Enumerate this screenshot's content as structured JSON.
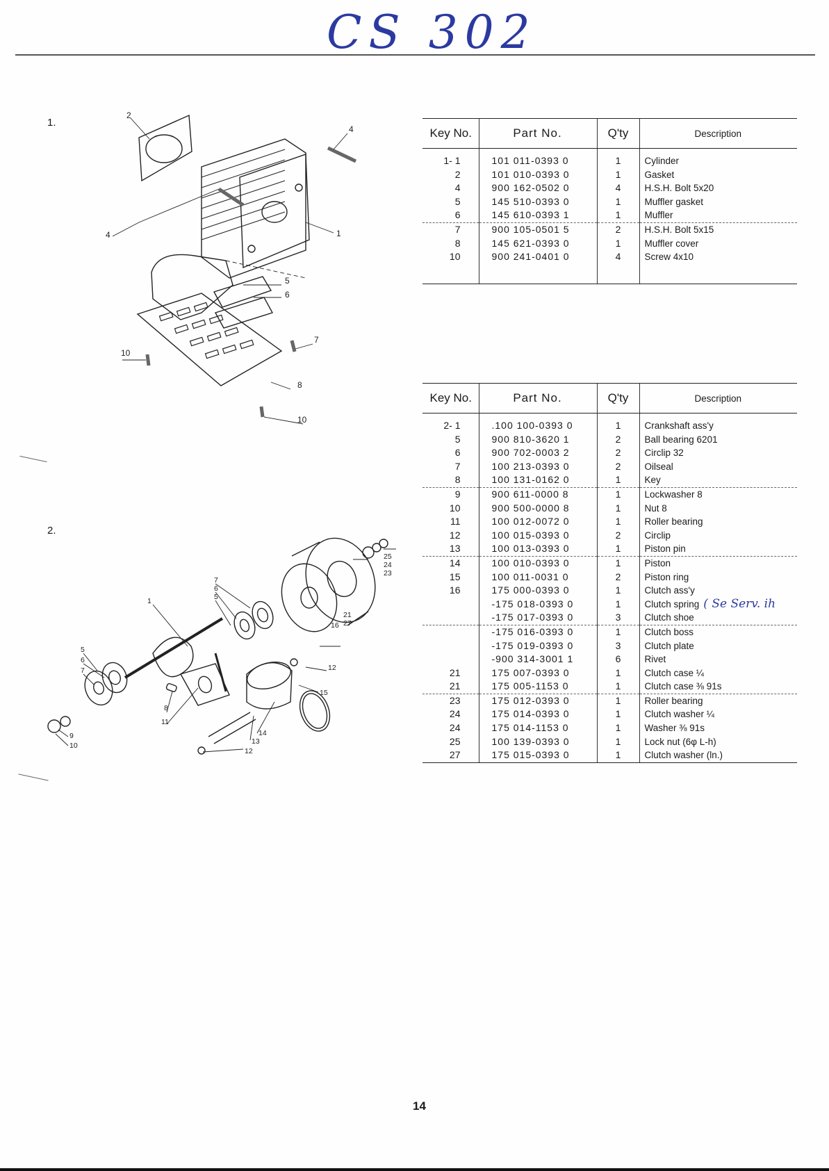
{
  "header": {
    "handwritten_title": "CS 302"
  },
  "sections": [
    {
      "number": "1.",
      "columns": {
        "key": "Key No.",
        "part": "Part No.",
        "qty": "Q'ty",
        "desc": "Description"
      },
      "rows": [
        {
          "key": "1- 1",
          "part": "101  011-0393  0",
          "qty": "1",
          "desc": "Cylinder",
          "group": false
        },
        {
          "key": "2",
          "part": "101  010-0393  0",
          "qty": "1",
          "desc": "Gasket",
          "group": false
        },
        {
          "key": "4",
          "part": "900  162-0502  0",
          "qty": "4",
          "desc": "H.S.H. Bolt 5x20",
          "group": false
        },
        {
          "key": "5",
          "part": "145  510-0393  0",
          "qty": "1",
          "desc": "Muffler gasket",
          "group": false
        },
        {
          "key": "6",
          "part": "145  610-0393  1",
          "qty": "1",
          "desc": "Muffler",
          "group": false
        },
        {
          "key": "7",
          "part": "900  105-0501  5",
          "qty": "2",
          "desc": "H.S.H. Bolt 5x15",
          "group": true
        },
        {
          "key": "8",
          "part": "145  621-0393  0",
          "qty": "1",
          "desc": "Muffler cover",
          "group": false
        },
        {
          "key": "10",
          "part": "900  241-0401  0",
          "qty": "4",
          "desc": "Screw 4x10",
          "group": false
        }
      ]
    },
    {
      "number": "2.",
      "columns": {
        "key": "Key No.",
        "part": "Part No.",
        "qty": "Q'ty",
        "desc": "Description"
      },
      "rows": [
        {
          "key": "2- 1",
          "part": ".100  100-0393  0",
          "qty": "1",
          "desc": "Crankshaft ass'y",
          "group": false
        },
        {
          "key": "5",
          "part": "900  810-3620  1",
          "qty": "2",
          "desc": "Ball bearing 6201",
          "group": false
        },
        {
          "key": "6",
          "part": "900  702-0003  2",
          "qty": "2",
          "desc": "Circlip 32",
          "group": false
        },
        {
          "key": "7",
          "part": "100  213-0393  0",
          "qty": "2",
          "desc": "Oilseal",
          "group": false
        },
        {
          "key": "8",
          "part": "100  131-0162  0",
          "qty": "1",
          "desc": "Key",
          "group": false
        },
        {
          "key": "9",
          "part": "900  611-0000  8",
          "qty": "1",
          "desc": "Lockwasher 8",
          "group": true
        },
        {
          "key": "10",
          "part": "900  500-0000  8",
          "qty": "1",
          "desc": "Nut 8",
          "group": false
        },
        {
          "key": "11",
          "part": "100  012-0072  0",
          "qty": "1",
          "desc": "Roller bearing",
          "group": false
        },
        {
          "key": "12",
          "part": "100  015-0393  0",
          "qty": "2",
          "desc": "Circlip",
          "group": false
        },
        {
          "key": "13",
          "part": "100  013-0393  0",
          "qty": "1",
          "desc": "Piston pin",
          "group": false
        },
        {
          "key": "14",
          "part": "100  010-0393  0",
          "qty": "1",
          "desc": "Piston",
          "group": true
        },
        {
          "key": "15",
          "part": "100  011-0031  0",
          "qty": "2",
          "desc": "Piston ring",
          "group": false
        },
        {
          "key": "16",
          "part": "175  000-0393  0",
          "qty": "1",
          "desc": "Clutch ass'y",
          "group": false
        },
        {
          "key": "",
          "part": "-175  018-0393  0",
          "qty": "1",
          "desc": "Clutch spring",
          "group": false,
          "sub": true,
          "note": "( Se  Serv. ih"
        },
        {
          "key": "",
          "part": "-175  017-0393  0",
          "qty": "3",
          "desc": "Clutch shoe",
          "group": false,
          "sub": true
        },
        {
          "key": "",
          "part": "-175  016-0393  0",
          "qty": "1",
          "desc": "Clutch boss",
          "group": true,
          "sub": true
        },
        {
          "key": "",
          "part": "-175  019-0393  0",
          "qty": "3",
          "desc": "Clutch plate",
          "group": false,
          "sub": true
        },
        {
          "key": "",
          "part": "-900  314-3001  1",
          "qty": "6",
          "desc": "Rivet",
          "group": false,
          "sub": true
        },
        {
          "key": "21",
          "part": "175  007-0393  0",
          "qty": "1",
          "desc": "Clutch case ¼",
          "group": false
        },
        {
          "key": "21",
          "part": "175  005-1153  0",
          "qty": "1",
          "desc": "Clutch case ⅜ 91s",
          "group": false
        },
        {
          "key": "23",
          "part": "175  012-0393  0",
          "qty": "1",
          "desc": "Roller bearing",
          "group": true
        },
        {
          "key": "24",
          "part": "175  014-0393  0",
          "qty": "1",
          "desc": "Clutch washer ¼",
          "group": false
        },
        {
          "key": "24",
          "part": "175  014-1153  0",
          "qty": "1",
          "desc": "Washer ⅜ 91s",
          "group": false
        },
        {
          "key": "25",
          "part": "100  139-0393  0",
          "qty": "1",
          "desc": "Lock nut (6φ L-h)",
          "group": false
        },
        {
          "key": "27",
          "part": "175  015-0393  0",
          "qty": "1",
          "desc": "Clutch washer (ln.)",
          "group": false
        }
      ]
    }
  ],
  "diagram1_labels": [
    "2",
    "4",
    "4",
    "1",
    "5",
    "6",
    "7",
    "10",
    "8",
    "10"
  ],
  "diagram2_labels": [
    "25",
    "24",
    "23",
    "7",
    "6",
    "5",
    "1",
    "21",
    "16",
    "27",
    "5",
    "6",
    "7",
    "8",
    "11",
    "12",
    "15",
    "14",
    "13",
    "12",
    "9",
    "10"
  ],
  "footer": {
    "page_number": "14"
  }
}
